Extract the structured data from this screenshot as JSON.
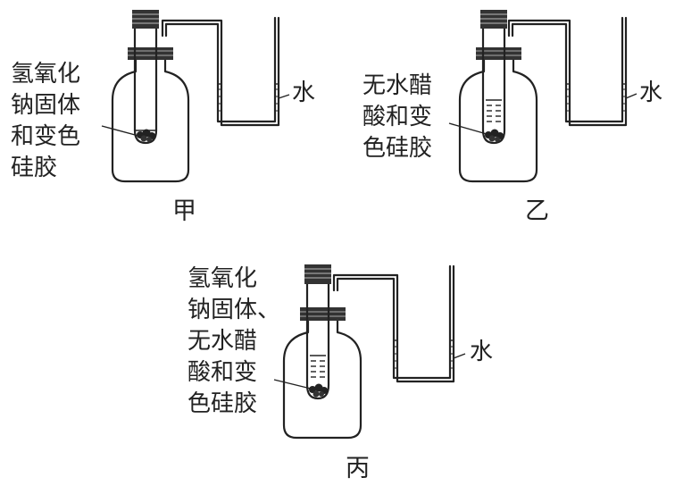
{
  "setups": [
    {
      "caption": "甲",
      "reagent_lines": [
        "氢氧化",
        "钠固体",
        "和变色",
        "硅胶"
      ],
      "liquid_label": "水",
      "has_liquid": false
    },
    {
      "caption": "乙",
      "reagent_lines": [
        "无水醋",
        "酸和变",
        "色硅胶"
      ],
      "liquid_label": "水",
      "has_liquid": true
    },
    {
      "caption": "丙",
      "reagent_lines": [
        "氢氧化",
        "钠固体、",
        "无水醋",
        "酸和变",
        "色硅胶"
      ],
      "liquid_label": "水",
      "has_liquid": true
    }
  ]
}
